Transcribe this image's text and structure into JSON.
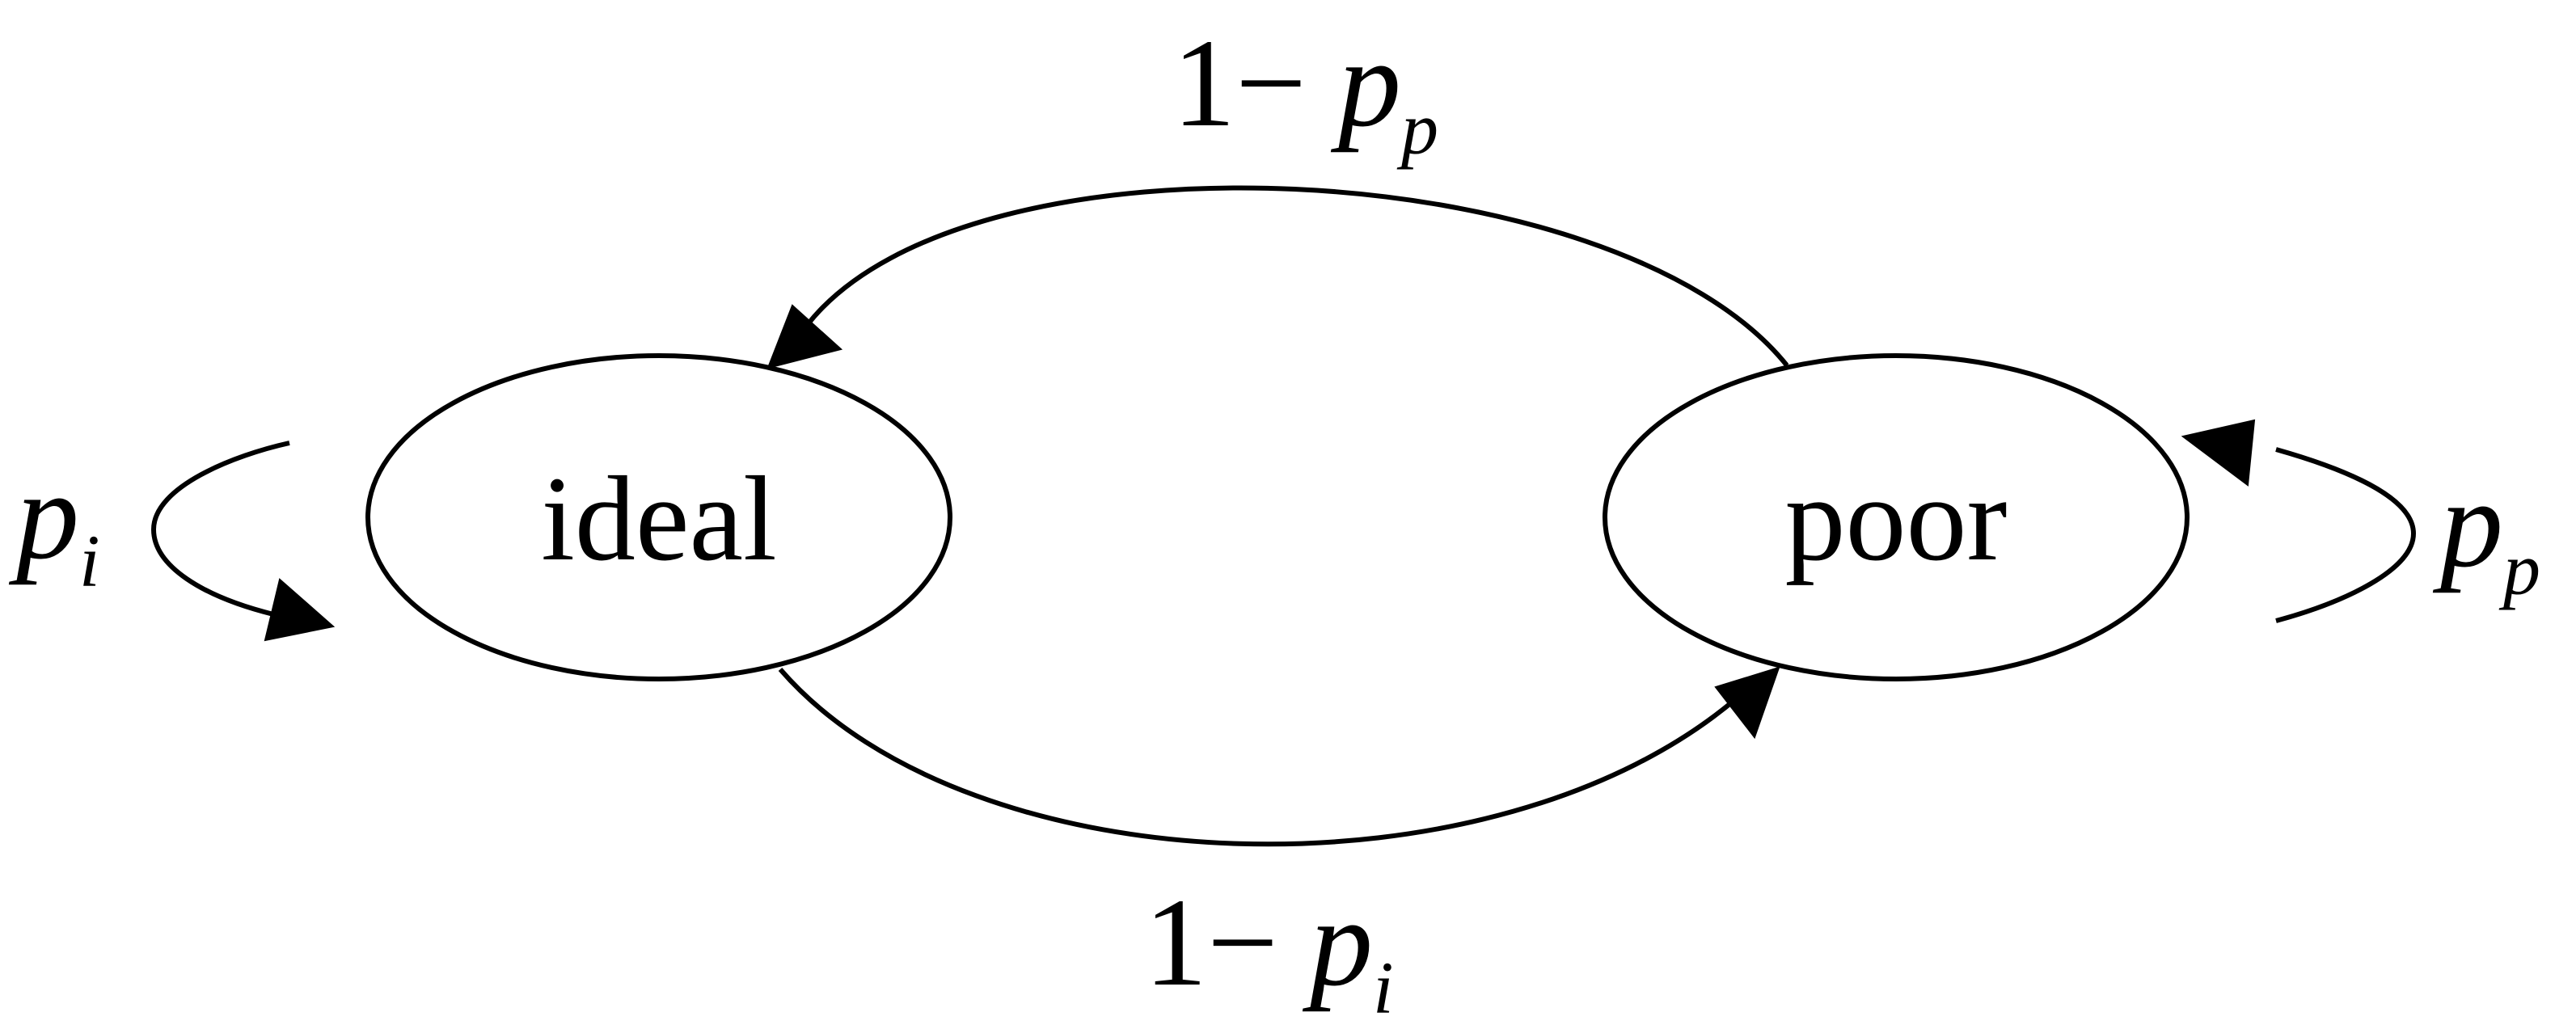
{
  "diagram": {
    "nodes": [
      {
        "id": "ideal",
        "label": "ideal"
      },
      {
        "id": "poor",
        "label": "poor"
      }
    ],
    "edges": [
      {
        "id": "ideal-to-ideal",
        "from": "ideal",
        "to": "ideal",
        "label": {
          "prefix": "",
          "var": "p",
          "sub": "i"
        }
      },
      {
        "id": "poor-to-poor",
        "from": "poor",
        "to": "poor",
        "label": {
          "prefix": "",
          "var": "p",
          "sub": "p"
        }
      },
      {
        "id": "poor-to-ideal",
        "from": "poor",
        "to": "ideal",
        "label": {
          "prefix": "1− ",
          "var": "p",
          "sub": "p"
        }
      },
      {
        "id": "ideal-to-poor",
        "from": "ideal",
        "to": "poor",
        "label": {
          "prefix": "1− ",
          "var": "p",
          "sub": "i"
        }
      }
    ],
    "colors": {
      "stroke": "#000000",
      "background": "#ffffff"
    }
  }
}
